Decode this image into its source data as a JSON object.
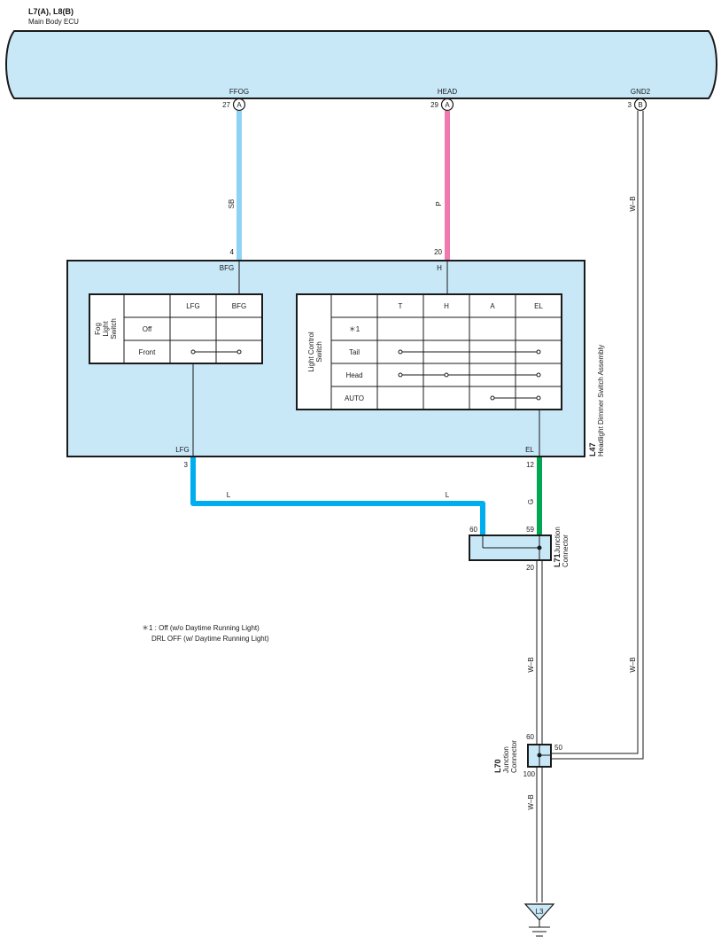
{
  "ecu": {
    "connector_label": "L7(A), L8(B)",
    "name": "Main Body ECU",
    "pins": [
      {
        "name": "FFOG",
        "number": "27",
        "connector": "A"
      },
      {
        "name": "HEAD",
        "number": "29",
        "connector": "A"
      },
      {
        "name": "GND2",
        "number": "3",
        "connector": "B"
      }
    ]
  },
  "wires": {
    "ffog": {
      "color_code": "SB",
      "hex": "#8fd3f4"
    },
    "head": {
      "color_code": "P",
      "hex": "#f07ab0"
    },
    "gnd2": {
      "color_code": "W–B",
      "hex": "#ffffff"
    },
    "lfg": {
      "color_code_1": "L",
      "color_code_2": "L",
      "hex": "#00aeef"
    },
    "el": {
      "color_code": "G",
      "hex": "#00a651"
    },
    "l71_to_l70": {
      "color_code": "W–B"
    },
    "gnd_right": {
      "color_code": "W–B"
    },
    "l70_to_ground": {
      "color_code": "W–B"
    }
  },
  "switch_assembly": {
    "id": "L47",
    "name": "Headlight Dimmer Switch Assembly",
    "pins_top": [
      {
        "number": "4",
        "name": "BFG"
      },
      {
        "number": "20",
        "name": "H"
      }
    ],
    "pins_bottom": [
      {
        "number": "3",
        "name": "LFG"
      },
      {
        "number": "12",
        "name": "EL"
      }
    ],
    "fog_switch": {
      "title_lines": [
        "Fog",
        "Light",
        "Switch"
      ],
      "columns": [
        "LFG",
        "BFG"
      ],
      "rows": [
        "Off",
        "Front"
      ]
    },
    "light_switch": {
      "title_lines": [
        "Light Control",
        "Switch"
      ],
      "columns": [
        "T",
        "H",
        "A",
        "EL"
      ],
      "rows": [
        "＊1",
        "Tail",
        "Head",
        "AUTO"
      ]
    }
  },
  "junction_l71": {
    "id": "L71",
    "name_lines": [
      "Junction",
      "Connector"
    ],
    "pins": {
      "left": "60",
      "right": "59",
      "bottom": "20"
    }
  },
  "junction_l70": {
    "id": "L70",
    "name_lines": [
      "Junction",
      "Connector"
    ],
    "pins": {
      "top": "60",
      "right": "50",
      "bottom": "100"
    }
  },
  "ground": {
    "id": "L3"
  },
  "note": {
    "line1": "＊1 : Off (w/o Daytime Running Light)",
    "line2": "DRL OFF (w/ Daytime Running Light)"
  }
}
